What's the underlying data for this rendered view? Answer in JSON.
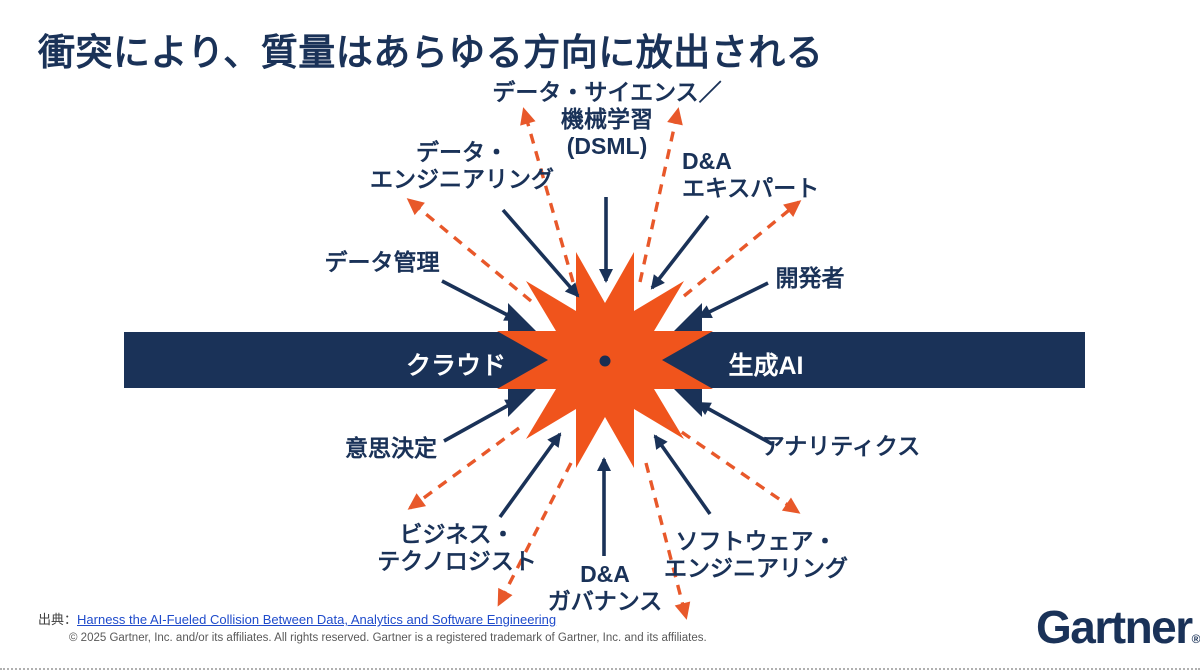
{
  "title": "衝突により、質量はあらゆる方向に放出される",
  "colors": {
    "navy": "#1A3258",
    "orange": "#F0541C",
    "link_blue": "#1F4BCB",
    "copyright_gray": "#595959",
    "bar_text_white": "#FFFFFF"
  },
  "collision_bar": {
    "left_label": "クラウド",
    "right_label": "生成AI"
  },
  "spokes": {
    "dsml": "データ・サイエンス／\n機械学習\n(DSML)",
    "data_engineering": "データ・\nエンジニアリング",
    "da_expert": "D&A\nエキスパート",
    "data_management": "データ管理",
    "developers": "開発者",
    "decision_making": "意思決定",
    "business_technologists": "ビジネス・\nテクノロジスト",
    "da_governance": "D&A\nガバナンス",
    "software_engineering": "ソフトウェア・\nエンジニアリング",
    "analytics": "アナリティクス"
  },
  "footer": {
    "source_prefix": "出典：",
    "source_link_text": "Harness the AI-Fueled Collision Between Data, Analytics and Software Engineering",
    "copyright": "© 2025 Gartner, Inc. and/or its affiliates. All rights reserved. Gartner is a registered trademark of Gartner, Inc. and its affiliates."
  },
  "logo": {
    "brand": "Gartner",
    "registered_mark": "®"
  }
}
